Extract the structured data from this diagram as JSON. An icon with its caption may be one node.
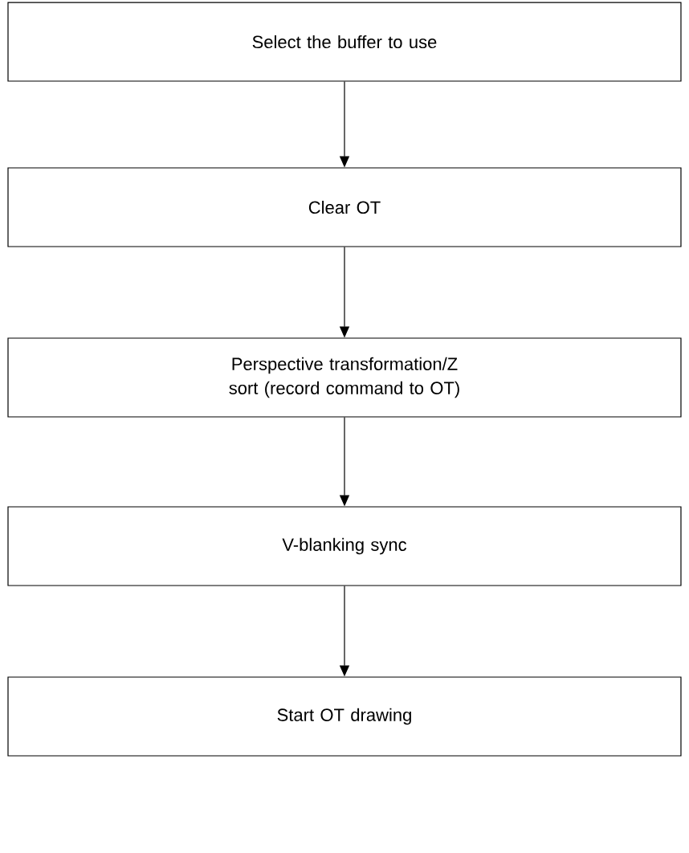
{
  "diagram": {
    "nodes": [
      {
        "text": [
          "Select the buffer to use"
        ]
      },
      {
        "text": [
          "Clear OT"
        ]
      },
      {
        "text": [
          "Perspective transformation/Z sort (record command to OT)"
        ]
      },
      {
        "text": [
          "V-blanking sync"
        ]
      },
      {
        "text": [
          "Start OT drawing"
        ]
      }
    ],
    "edges": [
      {
        "from": 0,
        "to": 1,
        "arrow": "to"
      },
      {
        "from": 1,
        "to": 2,
        "arrow": "to"
      },
      {
        "from": 2,
        "to": 3,
        "arrow": "to"
      },
      {
        "from": 3,
        "to": 4,
        "arrow": "to"
      }
    ]
  }
}
